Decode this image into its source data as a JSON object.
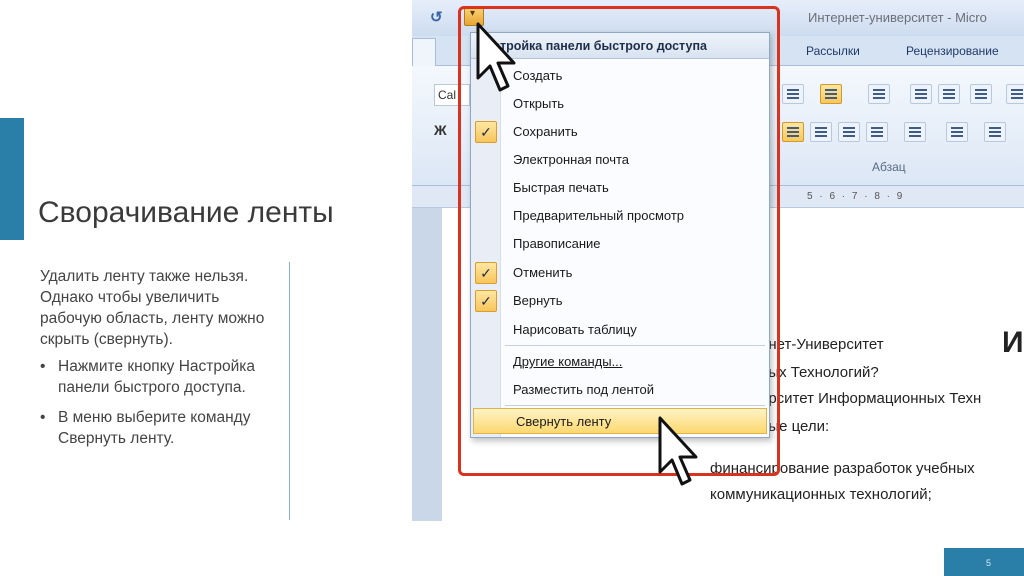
{
  "slide": {
    "title": "Сворачивание ленты",
    "intro": "Удалить ленту также нельзя. Однако чтобы увеличить рабочую область, ленту можно скрыть (свернуть).",
    "bullets": [
      "Нажмите кнопку Настройка панели быстрого доступа.",
      "В меню выберите команду Свернуть ленту."
    ],
    "bullet_glyph": "•",
    "page_number": "5"
  },
  "app": {
    "title": "Интернет-университет - Micro",
    "undo_glyph": "↺",
    "qat_glyph": "▾",
    "tabs": [
      "Рассылки",
      "Рецензирование"
    ],
    "font_name": "Cal",
    "bold_glyph": "Ж",
    "group_label": "Абзац",
    "ruler_numbers": "5 · 6 · 7 · 8 · 9",
    "doc_lines": [
      "рнет-Университет",
      "ных Технологий?",
      "ерситет Информационных Техн",
      "ные цели:",
      "финансирование разработок учебных",
      "коммуникационных технологий;"
    ],
    "logo_text": "ИН"
  },
  "menu": {
    "header": "стройка панели быстрого доступа",
    "check_glyph": "✓",
    "items": [
      {
        "label": "Создать",
        "checked": false
      },
      {
        "label": "Открыть",
        "checked": false
      },
      {
        "label": "Сохранить",
        "checked": true
      },
      {
        "label": "Электронная почта",
        "checked": false
      },
      {
        "label": "Быстрая печать",
        "checked": false
      },
      {
        "label": "Предварительный просмотр",
        "checked": false
      },
      {
        "label": "Правописание",
        "checked": false
      },
      {
        "label": "Отменить",
        "checked": true
      },
      {
        "label": "Вернуть",
        "checked": true
      },
      {
        "label": "Нарисовать таблицу",
        "checked": false
      }
    ],
    "more_commands": "Другие команды...",
    "place_below": "Разместить под лентой",
    "minimize_ribbon": "Свернуть ленту"
  },
  "colors": {
    "accent": "#2a7fa8",
    "highlight_frame": "#d9321f",
    "menu_highlight": "#fbd86f"
  }
}
